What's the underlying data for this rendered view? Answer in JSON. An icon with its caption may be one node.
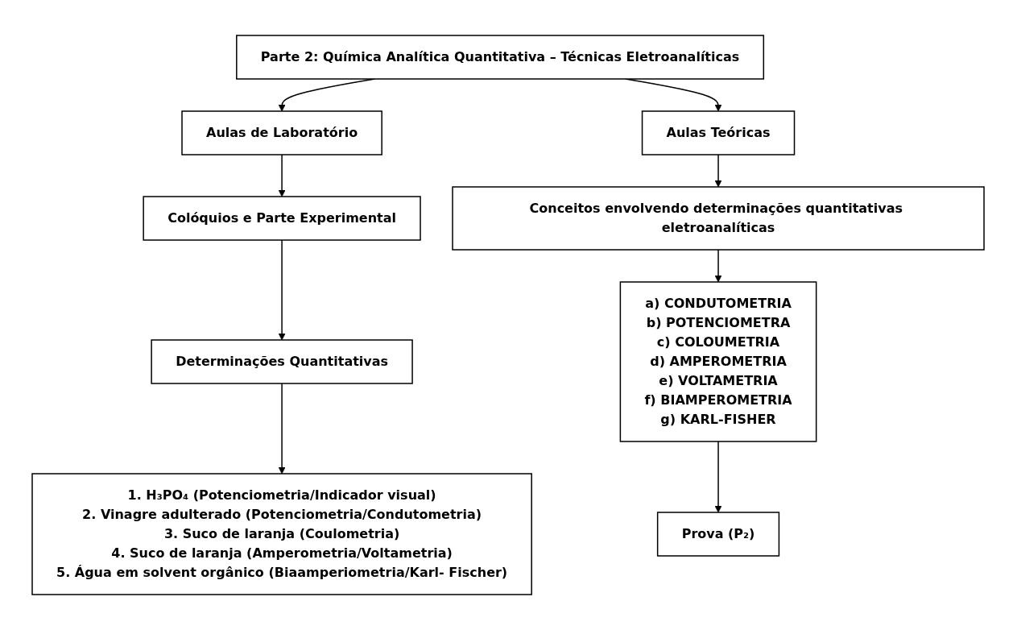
{
  "diagram": {
    "nodes": [
      {
        "text": [
          "Parte 2: Química Analítica Quantitativa – Técnicas Eletroanalíticas"
        ]
      },
      {
        "text": [
          "Aulas de Laboratório"
        ]
      },
      {
        "text": [
          "Aulas Teóricas"
        ]
      },
      {
        "text": [
          "Colóquios e Parte Experimental"
        ]
      },
      {
        "text": [
          "Conceitos envolvendo determinações quantitativas eletroanalíticas"
        ]
      },
      {
        "text": [
          "Determinações Quantitativas"
        ]
      },
      {
        "text": [
          "a) CONDUTOMETRIA",
          "b) POTENCIOMETRA",
          "c) COLOUMETRIA",
          "d) AMPEROMETRIA",
          "e) VOLTAMETRIA",
          "f) BIAMPEROMETRIA",
          "g) KARL-FISHER"
        ]
      },
      {
        "text": [
          "1. H₃PO₄ (Potenciometria/Indicador visual)",
          "2. Vinagre adulterado (Potenciometria/Condutometria)",
          "3. Suco de laranja (Coulometria)",
          "4. Suco de laranja (Amperometria/Voltametria)",
          "5. Água em solvent orgânico (Biaamperiometria/Karl- Fischer)"
        ]
      },
      {
        "text": [
          "Prova (P₂)"
        ]
      }
    ],
    "edges": [
      {
        "from": 0,
        "to": 1,
        "arrow": "to"
      },
      {
        "from": 0,
        "to": 2,
        "arrow": "to"
      },
      {
        "from": 1,
        "to": 3,
        "arrow": "to"
      },
      {
        "from": 2,
        "to": 4,
        "arrow": "to"
      },
      {
        "from": 3,
        "to": 5,
        "arrow": "to"
      },
      {
        "from": 4,
        "to": 6,
        "arrow": "to"
      },
      {
        "from": 5,
        "to": 7,
        "arrow": "to"
      },
      {
        "from": 6,
        "to": 8,
        "arrow": "to"
      }
    ]
  }
}
